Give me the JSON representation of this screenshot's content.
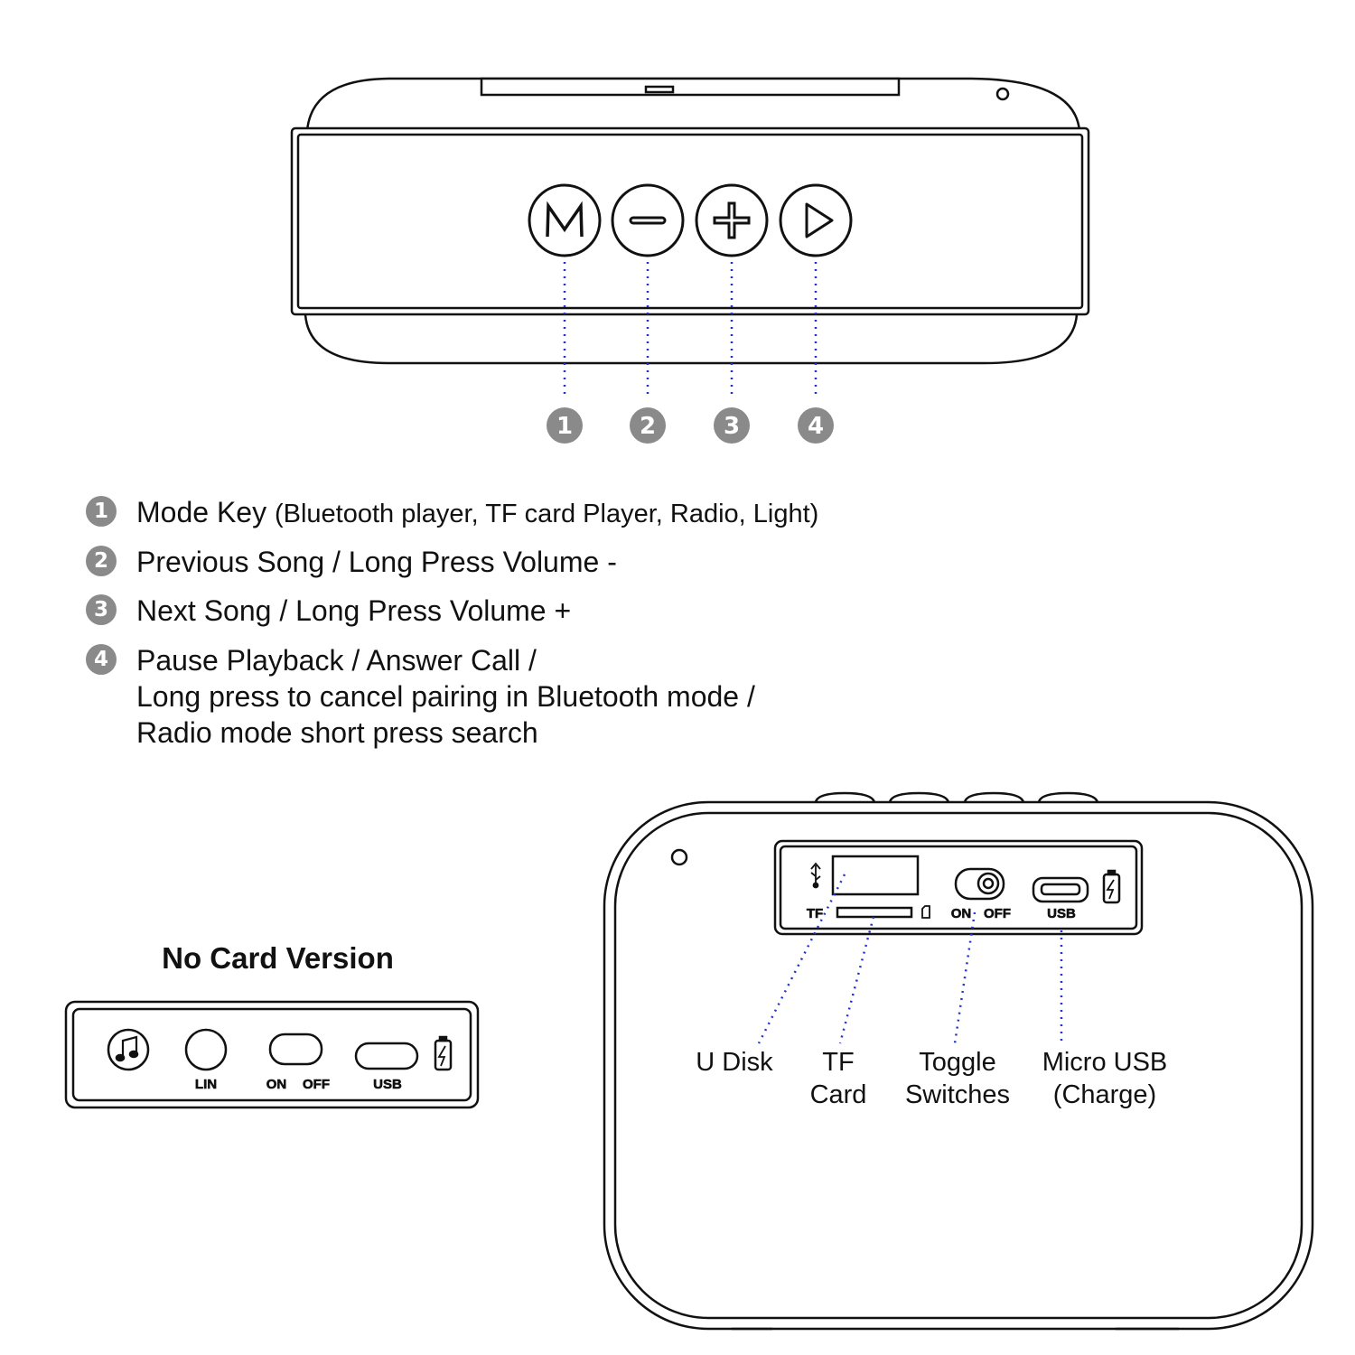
{
  "buttons": [
    {
      "number": "1",
      "label": "Mode Key",
      "detail": "(Bluetooth player, TF card Player, Radio, Light)"
    },
    {
      "number": "2",
      "label": "Previous Song / Long Press Volume -"
    },
    {
      "number": "3",
      "label": "Next Song / Long Press Volume +"
    },
    {
      "number": "4",
      "lines": [
        "Pause Playback / Answer Call /",
        "Long press to cancel pairing in Bluetooth mode /",
        "Radio mode short press search"
      ]
    }
  ],
  "no_card": {
    "title": "No Card Version",
    "port_labels": {
      "line_in": "LIN",
      "on": "ON",
      "off": "OFF",
      "usb": "USB"
    }
  },
  "back_panel": {
    "port_labels": {
      "tf": "TF",
      "on": "ON",
      "off": "OFF",
      "usb": "USB"
    },
    "callouts": [
      {
        "lines": [
          "U Disk"
        ]
      },
      {
        "lines": [
          "TF",
          "Card"
        ]
      },
      {
        "lines": [
          "Toggle",
          "Switches"
        ]
      },
      {
        "lines": [
          "Micro USB",
          "(Charge)"
        ]
      }
    ]
  },
  "colors": {
    "leader_line": "#2233cc",
    "badge": "#8a8a8a",
    "outline": "#111111"
  }
}
